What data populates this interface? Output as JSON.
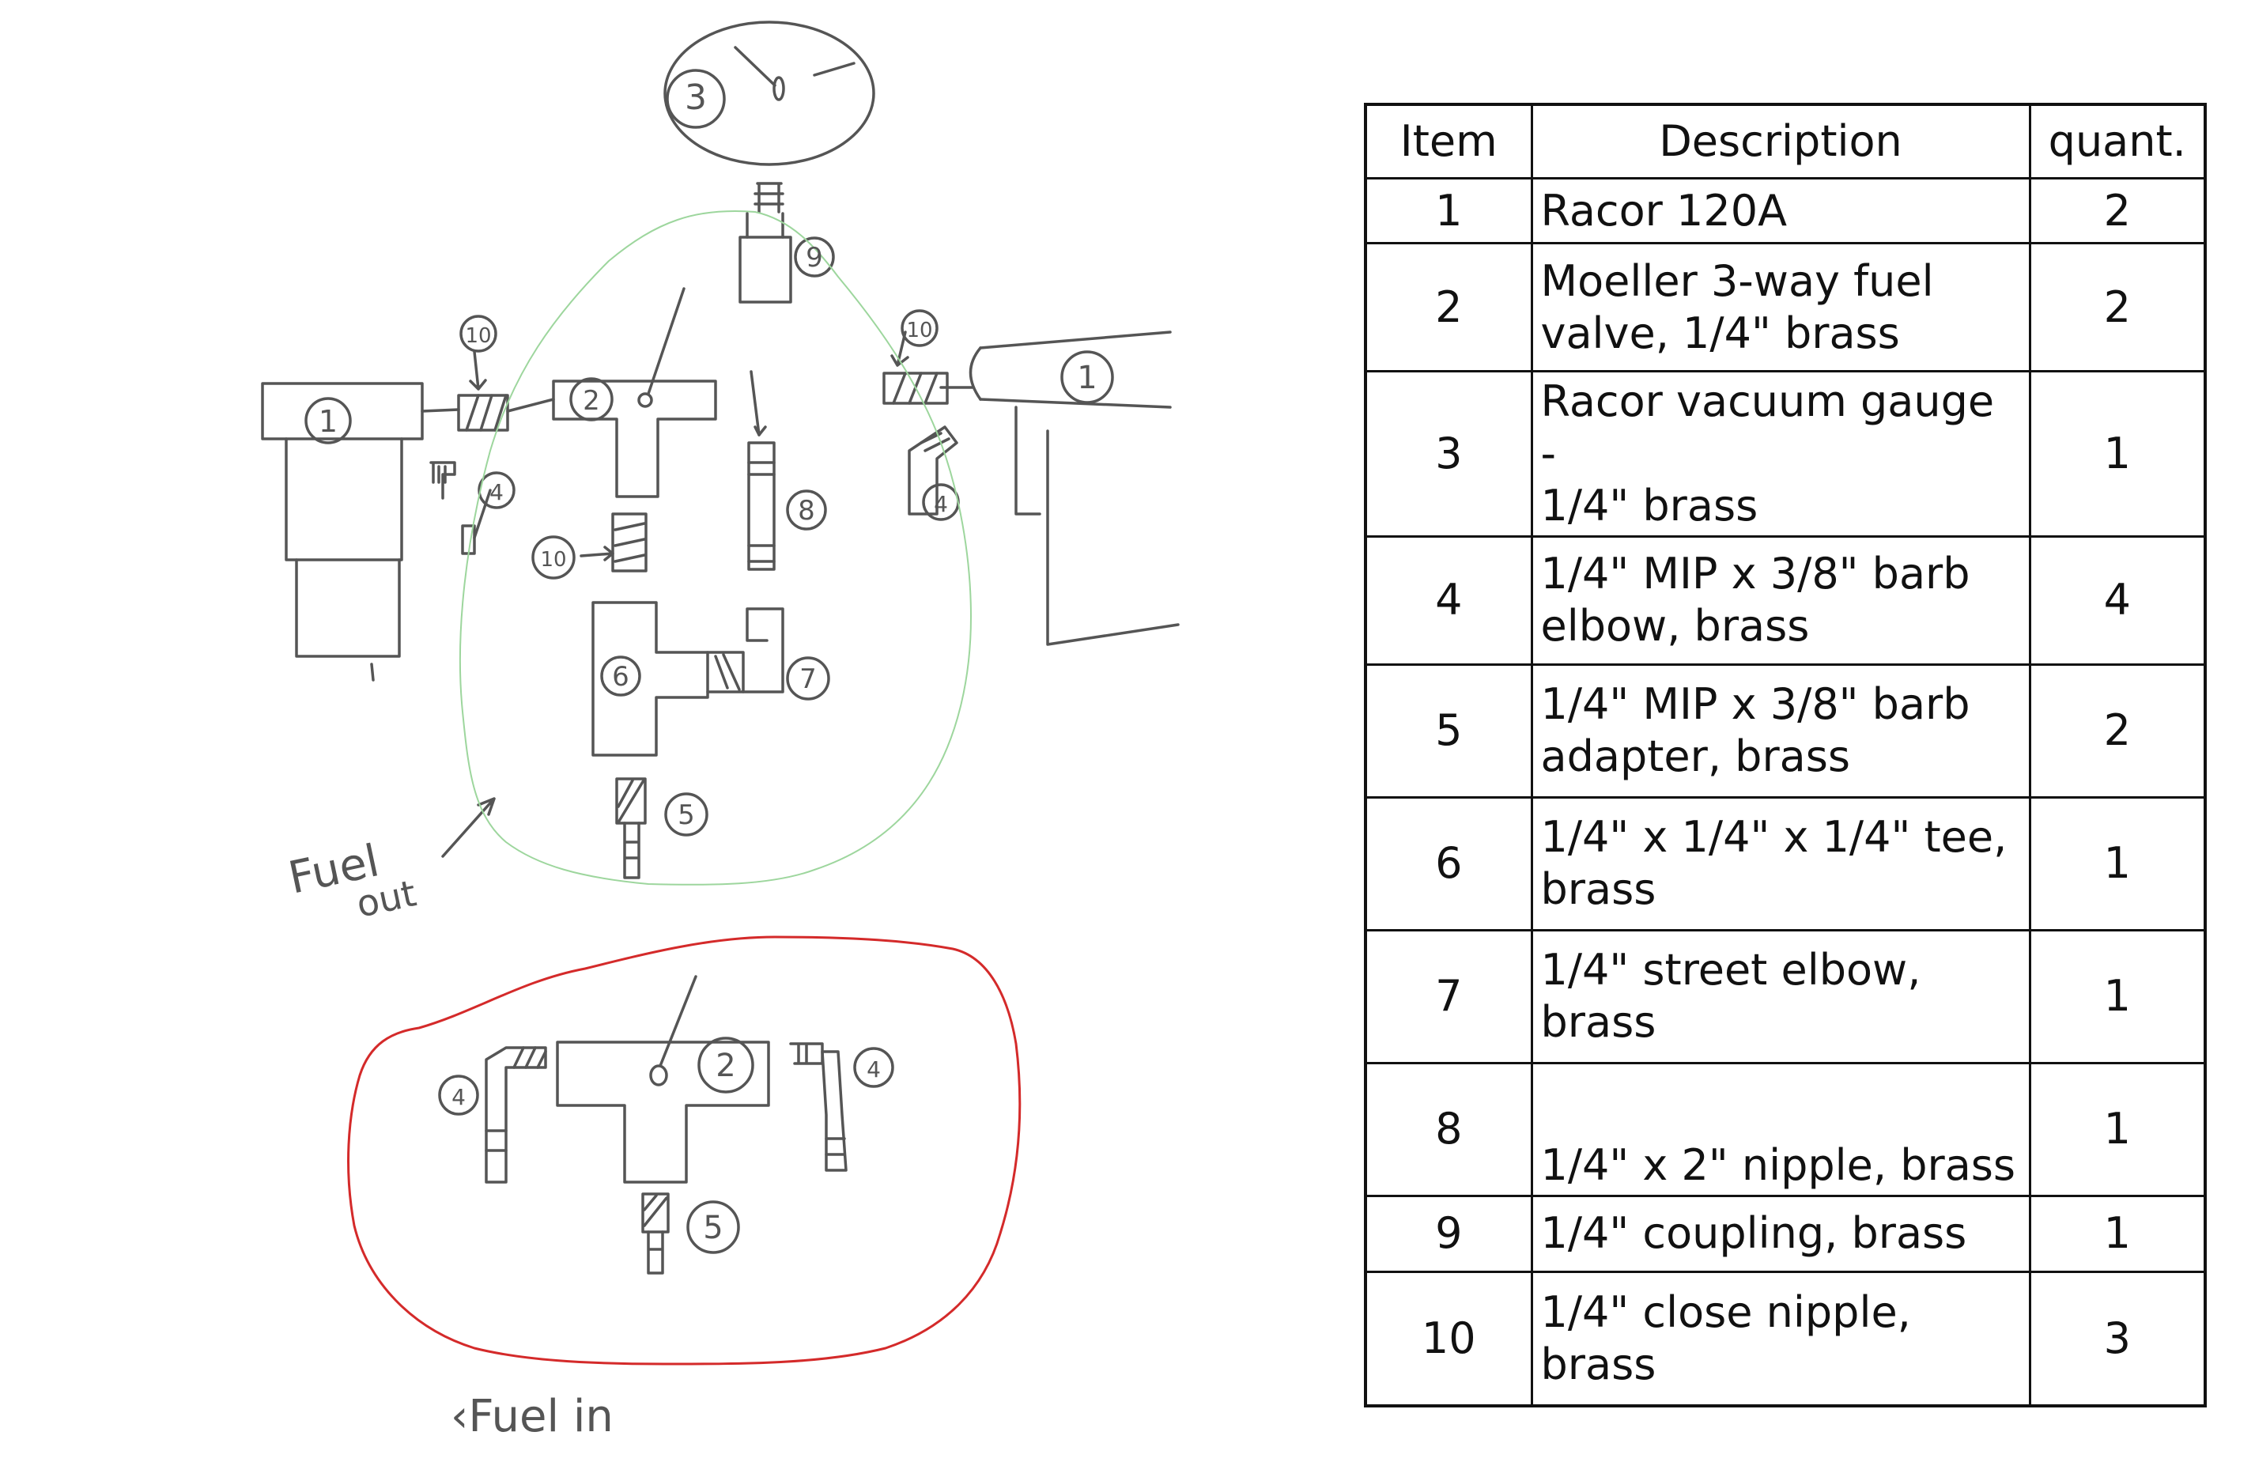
{
  "diagram": {
    "part_labels": [
      "3",
      "9",
      "10",
      "10",
      "1",
      "2",
      "1",
      "4",
      "4",
      "10",
      "8",
      "6",
      "7",
      "5",
      "4",
      "2",
      "4",
      "5"
    ],
    "annotations": {
      "fuel_out": [
        "Fuel",
        "out"
      ],
      "fuel_in": "‹Fuel in"
    },
    "colors": {
      "pencil": "#555555",
      "fuel_out_outline": "#9dd69d",
      "fuel_in_outline": "#d42a2a"
    }
  },
  "table": {
    "headers": {
      "item": "Item",
      "description": "Description",
      "quantity": "quant."
    },
    "rows": [
      {
        "item": "1",
        "desc": [
          "Racor 120A"
        ],
        "qty": "2"
      },
      {
        "item": "2",
        "desc": [
          "Moeller 3-way fuel",
          "valve, 1/4\" brass"
        ],
        "qty": "2"
      },
      {
        "item": "3",
        "desc": [
          "Racor vacuum gauge -",
          "1/4\" brass"
        ],
        "qty": "1"
      },
      {
        "item": "4",
        "desc": [
          "1/4\" MIP x 3/8\" barb",
          "elbow, brass"
        ],
        "qty": "4"
      },
      {
        "item": "5",
        "desc": [
          "1/4\" MIP x 3/8\" barb",
          "adapter, brass"
        ],
        "qty": "2"
      },
      {
        "item": "6",
        "desc": [
          "1/4\" x 1/4\" x 1/4\" tee,",
          "brass"
        ],
        "qty": "1"
      },
      {
        "item": "7",
        "desc": [
          "1/4\" street elbow,",
          "brass"
        ],
        "qty": "1"
      },
      {
        "item": "8",
        "desc": [
          "",
          "1/4\" x 2\" nipple, brass"
        ],
        "qty": "1"
      },
      {
        "item": "9",
        "desc": [
          "1/4\" coupling, brass"
        ],
        "qty": "1"
      },
      {
        "item": "10",
        "desc": [
          "1/4\" close nipple,",
          "brass"
        ],
        "qty": "3"
      }
    ]
  }
}
